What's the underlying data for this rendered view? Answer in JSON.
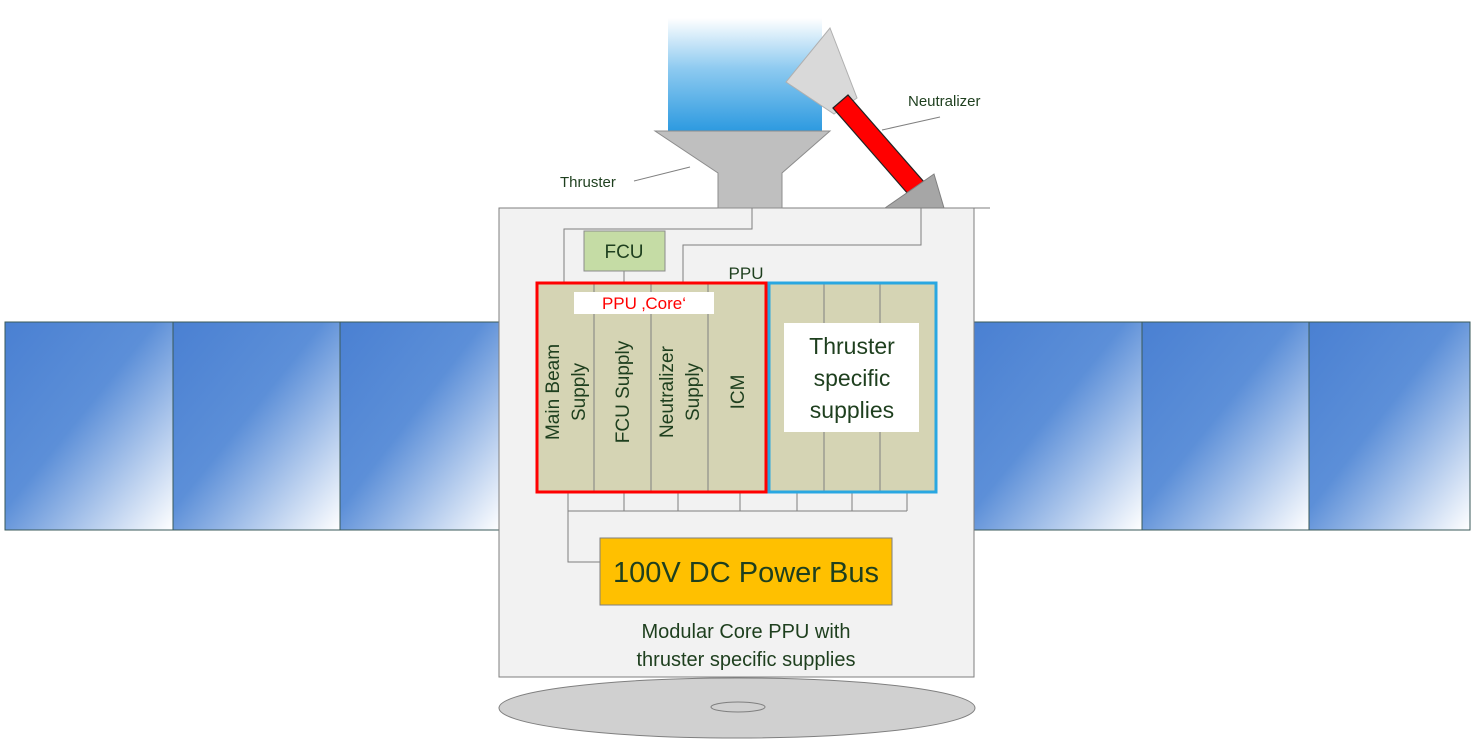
{
  "labels": {
    "neutralizer": "Neutralizer",
    "thruster": "Thruster",
    "fcu": "FCU",
    "ppu": "PPU",
    "ppu_core": "PPU ‚Core‘",
    "bus": "100V DC Power Bus",
    "caption_line1": "Modular Core PPU with",
    "caption_line2": "thruster specific supplies"
  },
  "core_modules": [
    {
      "line1": "Main Beam",
      "line2": "Supply"
    },
    {
      "line1": "FCU Supply",
      "line2": ""
    },
    {
      "line1": "Neutralizer",
      "line2": "Supply"
    },
    {
      "line1": "ICM",
      "line2": ""
    }
  ],
  "specific_supplies": {
    "line1": "Thruster",
    "line2": "specific",
    "line3": "supplies"
  },
  "colors": {
    "solar_dark": "#4f86d4",
    "solar_light": "#ffffff",
    "body_fill": "#f2f2f2",
    "module_fill": "#d5d4b4",
    "fcu_fill": "#c5dca5",
    "core_border": "#ff0000",
    "specific_border": "#29a7e1",
    "bus_fill": "#ffc000",
    "neutralizer_tube": "#ff0000",
    "text_dark": "#1e3f1e",
    "text_red": "#ff0000",
    "beam": "#3ea3e0"
  }
}
